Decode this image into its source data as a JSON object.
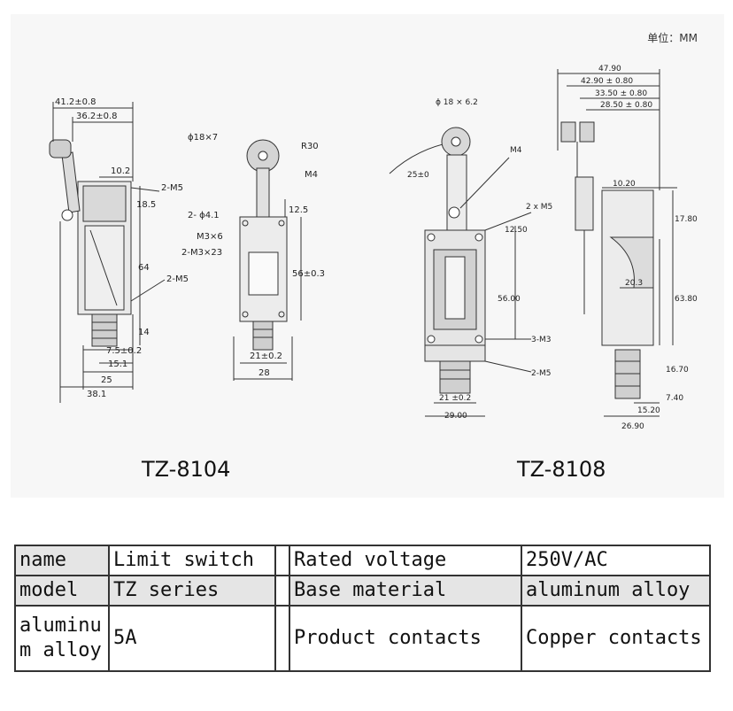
{
  "unit_label": "单位：MM",
  "models": {
    "left": "TZ-8104",
    "right": "TZ-8108"
  },
  "left_dims": {
    "w_overall": "41.2±0.8",
    "w_roller": "36.2±0.8",
    "arm": "10.2",
    "holes_top": "2-M5",
    "h_mid": "64",
    "holes_side": "2-M5",
    "h_plunger": "14",
    "off1": "7.5±0.2",
    "off2": "15.1",
    "b25": "25",
    "b38": "38.1",
    "roller_dia": "ϕ18×7",
    "radius": "R30",
    "m4": "M4",
    "d41": "2- ϕ4.1",
    "d125": "12.5",
    "m3x6": "M3×6",
    "m3x23": "2-M3×23",
    "h56": "56±0.3",
    "w21": "21±0.2",
    "w28": "28",
    "d185": "18.5"
  },
  "right_dims": {
    "roller": "ϕ 18 × 6.2",
    "radius": "25±0",
    "m4": "M4",
    "m5x2": "2 x M5",
    "h1250": "12.50",
    "h56": "56.00",
    "m3": "3-M3",
    "m5b": "2-M5",
    "w21": "21 ±0.2",
    "w29": "29.00",
    "w4790": "47.90",
    "w4290": "42.90 ± 0.80",
    "w3350": "33.50 ± 0.80",
    "w2850": "28.50 ± 0.80",
    "d1020": "10.20",
    "h1780": "17.80",
    "d203": "20.3",
    "h6380": "63.80",
    "h1670": "16.70",
    "d740": "7.40",
    "d1520": "15.20",
    "w2690": "26.90"
  },
  "spec_table": {
    "rows": [
      [
        "name",
        "Limit switch",
        "Rated voltage",
        "250V/AC"
      ],
      [
        "model",
        "TZ series",
        "Base material",
        "aluminum alloy"
      ],
      [
        "aluminu\nm alloy",
        "5A",
        "Product contacts",
        "Copper contacts"
      ]
    ]
  }
}
